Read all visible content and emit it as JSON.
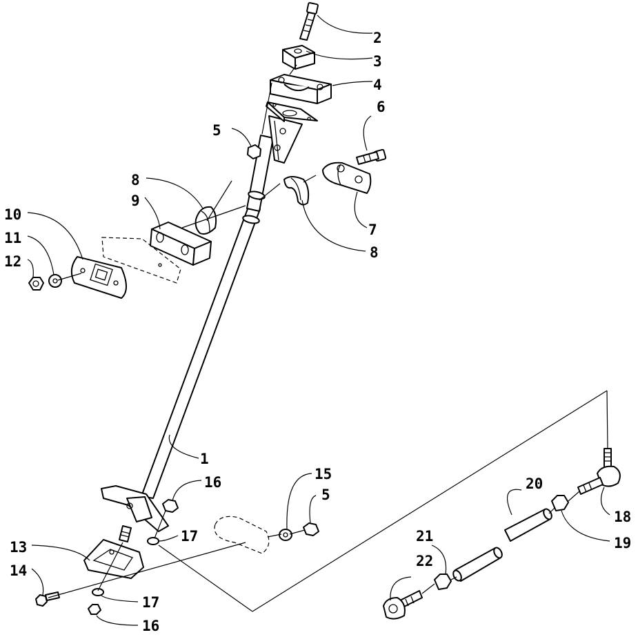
{
  "callouts": [
    {
      "id": "c2",
      "text": "2"
    },
    {
      "id": "c3",
      "text": "3"
    },
    {
      "id": "c4",
      "text": "4"
    },
    {
      "id": "c5a",
      "text": "5"
    },
    {
      "id": "c6",
      "text": "6"
    },
    {
      "id": "c7",
      "text": "7"
    },
    {
      "id": "c8a",
      "text": "8"
    },
    {
      "id": "c8b",
      "text": "8"
    },
    {
      "id": "c9",
      "text": "9"
    },
    {
      "id": "c10",
      "text": "10"
    },
    {
      "id": "c11",
      "text": "11"
    },
    {
      "id": "c12",
      "text": "12"
    },
    {
      "id": "c1",
      "text": "1"
    },
    {
      "id": "c16a",
      "text": "16"
    },
    {
      "id": "c15",
      "text": "15"
    },
    {
      "id": "c5b",
      "text": "5"
    },
    {
      "id": "c17a",
      "text": "17"
    },
    {
      "id": "c13",
      "text": "13"
    },
    {
      "id": "c14",
      "text": "14"
    },
    {
      "id": "c17b",
      "text": "17"
    },
    {
      "id": "c16b",
      "text": "16"
    },
    {
      "id": "c20",
      "text": "20"
    },
    {
      "id": "c18",
      "text": "18"
    },
    {
      "id": "c19",
      "text": "19"
    },
    {
      "id": "c21",
      "text": "21"
    },
    {
      "id": "c22",
      "text": "22"
    }
  ]
}
